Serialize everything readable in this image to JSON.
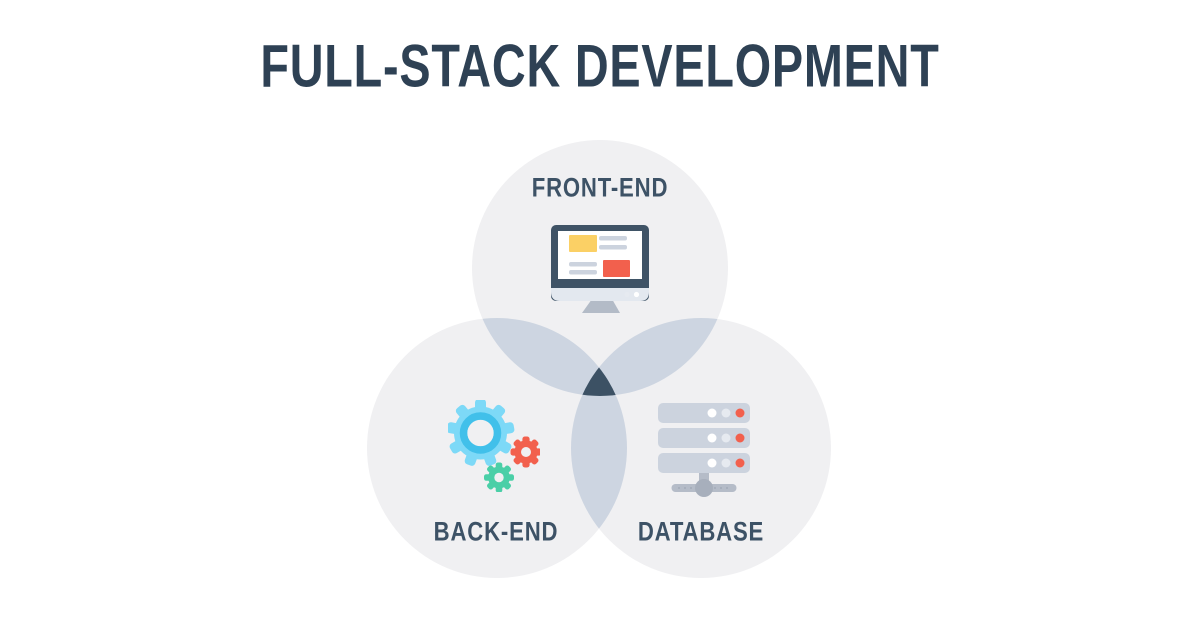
{
  "title": "FULL-STACK DEVELOPMENT",
  "venn": {
    "circles": [
      {
        "id": "front-end",
        "label": "FRONT-END",
        "icon": "monitor-icon"
      },
      {
        "id": "back-end",
        "label": "BACK-END",
        "icon": "gears-icon"
      },
      {
        "id": "database",
        "label": "DATABASE",
        "icon": "database-server-icon"
      }
    ]
  },
  "colors": {
    "background": "#ffffff",
    "title-text": "#2e4154",
    "label-text": "#3d5266",
    "circle-fill": "#f0f0f2",
    "overlap-fill": "#cdd5e1",
    "core-fill": "#3c5164",
    "monitor-bezel": "#3f5366",
    "monitor-screen": "#ffffff",
    "monitor-chin": "#e3e8ef",
    "stand-gray": "#b3bbc7",
    "accent-yellow": "#fbd065",
    "accent-red": "#f2604d",
    "content-line": "#ccd3de",
    "gear-blue": "#7dd9f7",
    "gear-blue-ring": "#41c0ea",
    "gear-red": "#f2604d",
    "gear-teal": "#4acfa7",
    "server-bar": "#ccd3de",
    "server-dot-white": "#ffffff",
    "server-dot-dim": "#e6eaf0",
    "server-dot-red": "#f2604d",
    "server-connector": "#b5bcc8",
    "server-hub": "#a7afbc"
  }
}
